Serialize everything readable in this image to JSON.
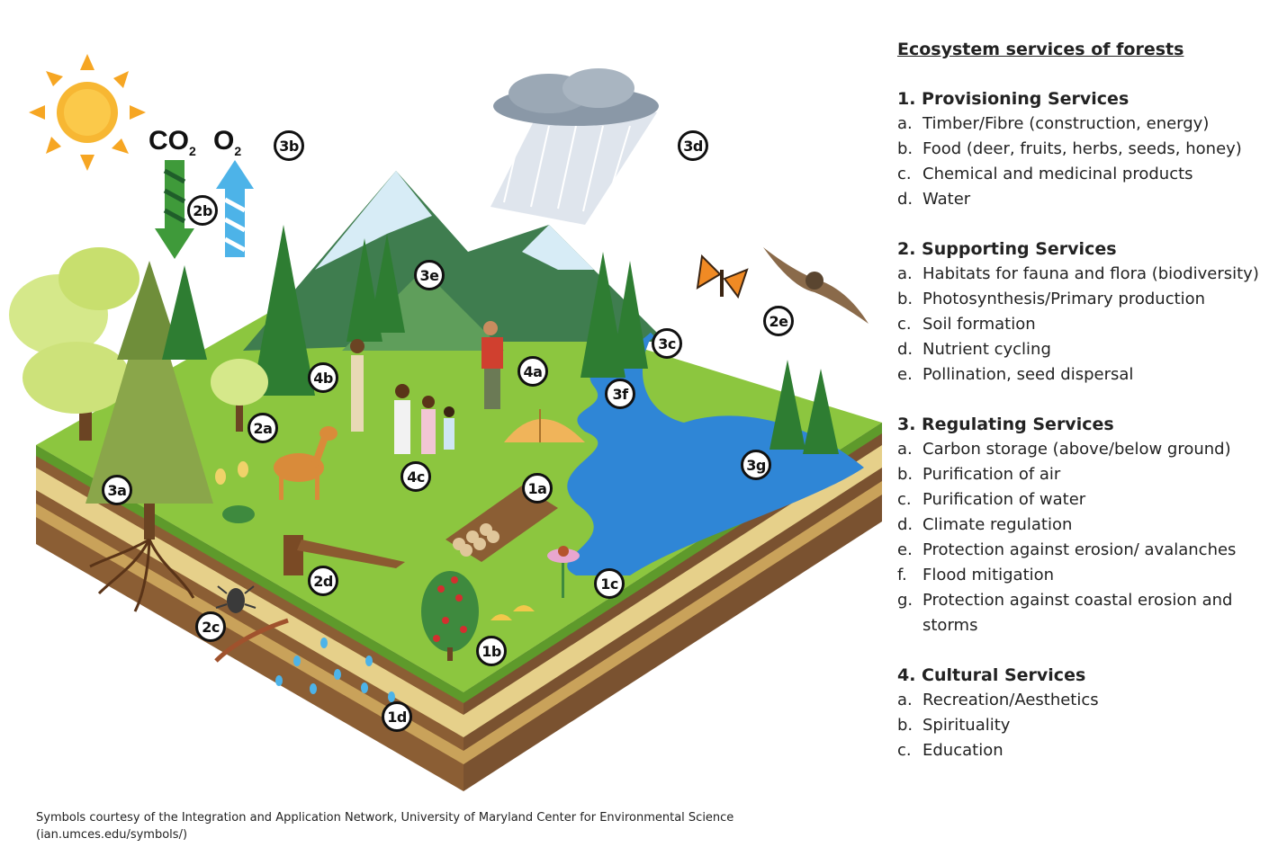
{
  "legend": {
    "title": "Ecosystem services of forests",
    "sections": [
      {
        "title": "1. Provisioning Services",
        "items": [
          {
            "letter": "a.",
            "text": "Timber/Fibre (construction, energy)"
          },
          {
            "letter": "b.",
            "text": "Food (deer, fruits, herbs, seeds, honey)"
          },
          {
            "letter": "c.",
            "text": "Chemical and medicinal products"
          },
          {
            "letter": "d.",
            "text": "Water"
          }
        ]
      },
      {
        "title": "2. Supporting Services",
        "items": [
          {
            "letter": "a.",
            "text": "Habitats for fauna and flora (biodiversity)"
          },
          {
            "letter": "b.",
            "text": "Photosynthesis/Primary production"
          },
          {
            "letter": "c.",
            "text": "Soil formation"
          },
          {
            "letter": "d.",
            "text": "Nutrient cycling"
          },
          {
            "letter": "e.",
            "text": "Pollination, seed dispersal"
          }
        ]
      },
      {
        "title": "3. Regulating Services",
        "items": [
          {
            "letter": "a.",
            "text": "Carbon storage (above/below ground)"
          },
          {
            "letter": "b.",
            "text": "Purification of air"
          },
          {
            "letter": "c.",
            "text": "Purification of water"
          },
          {
            "letter": "d.",
            "text": "Climate regulation"
          },
          {
            "letter": "e.",
            "text": "Protection against erosion/ avalanches"
          },
          {
            "letter": "f.",
            "text": "Flood mitigation"
          },
          {
            "letter": "g.",
            "text": "Protection against coastal erosion and storms"
          }
        ]
      },
      {
        "title": "4. Cultural Services",
        "items": [
          {
            "letter": "a.",
            "text": "Recreation/Aesthetics"
          },
          {
            "letter": "b.",
            "text": "Spirituality"
          },
          {
            "letter": "c.",
            "text": "Education"
          }
        ]
      }
    ]
  },
  "gases": {
    "co2": "CO",
    "co2_sub": "2",
    "o2": "O",
    "o2_sub": "2"
  },
  "markers": [
    "3b",
    "2b",
    "3d",
    "3e",
    "3c",
    "2e",
    "4b",
    "4a",
    "3f",
    "2a",
    "3g",
    "4c",
    "1a",
    "3a",
    "2d",
    "1c",
    "2c",
    "1b",
    "1d"
  ],
  "credit": {
    "line1": "Symbols courtesy of the Integration and Application Network, University of Maryland Center for Environmental Science",
    "line2": "(ian.umces.edu/symbols/)"
  },
  "colors": {
    "grass": "#8cc63f",
    "soil": "#8b5e34",
    "sand": "#e6d08a",
    "water": "#2f86d6",
    "sun": "#f7b733",
    "tree": "#2e7d32",
    "mountain": "#3f7d4f",
    "co2_arrow": "#3f9a3a",
    "o2_arrow": "#4db3e8"
  }
}
